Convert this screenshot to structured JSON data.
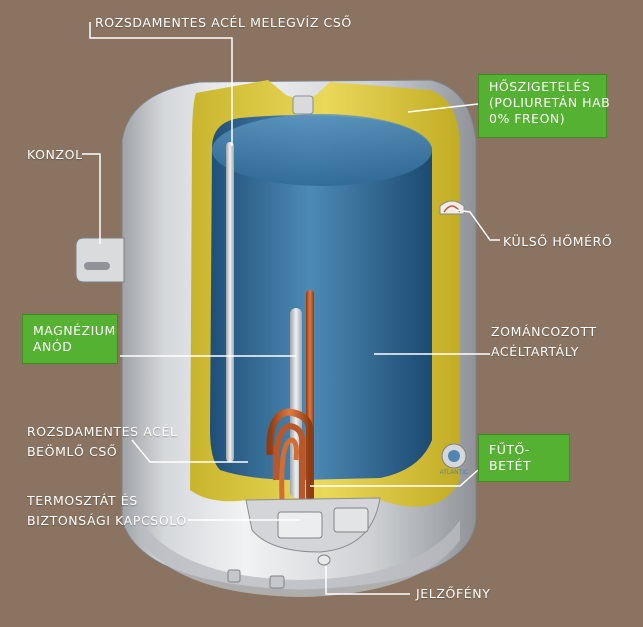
{
  "labels": {
    "hot_pipe": "ROZSDAMENTES ACÉL MELEGVÍZ CSŐ",
    "konzol": "KONZOL",
    "insulation": [
      "HŐSZIGETELÉS",
      "(POLIURETÁN HAB",
      "0% FREON)"
    ],
    "thermometer": "KÜLSŐ HŐMÉRŐ",
    "anode": [
      "MAGNÉZIUM",
      "ANÓD"
    ],
    "tank": [
      "ZOMÁNCOZOTT",
      "ACÉLTARTÁLY"
    ],
    "inlet": [
      "ROZSDAMENTES ACÉL",
      "BEÖMLŐ CSŐ"
    ],
    "heater": [
      "FŰTŐ-",
      "BETÉT"
    ],
    "thermostat": [
      "TERMOSZTÁT ÉS",
      "BIZTONSÁGI KAPCSOLÓ"
    ],
    "indicator": "JELZŐFÉNY"
  },
  "brand": "ATLANTIC",
  "colors": {
    "background": "#8a7360",
    "label_box": "#55b132",
    "insulation": "#e0cf45",
    "water": "#2f6e9c",
    "shell": "#d8dadc",
    "heater_coil": "#c8622d"
  }
}
